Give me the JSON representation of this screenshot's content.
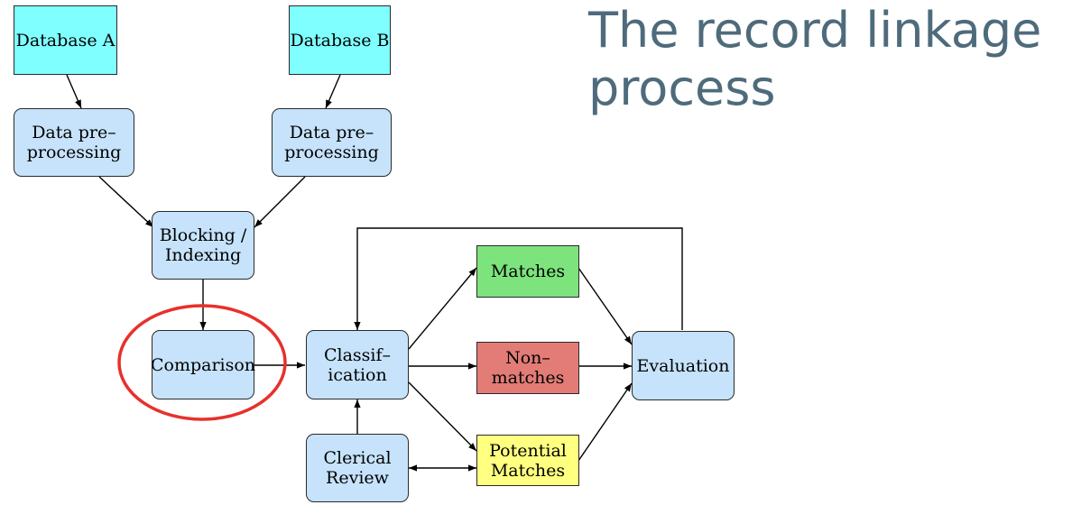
{
  "slide": {
    "title": "The record linkage process"
  },
  "nodes": {
    "database_a": "Database A",
    "database_b": "Database B",
    "preprocess_a": "Data pre–\nprocessing",
    "preprocess_b": "Data pre–\nprocessing",
    "blocking": "Blocking /\nIndexing",
    "comparison": "Comparison",
    "classification": "Classif–\nication",
    "clerical_review": "Clerical\nReview",
    "matches": "Matches",
    "non_matches": "Non–\nmatches",
    "potential_matches": "Potential\nMatches",
    "evaluation": "Evaluation"
  },
  "colors": {
    "database": "#7fffff",
    "process": "#c6e3fb",
    "matches": "#7de37d",
    "non_matches": "#e37c76",
    "potential_matches": "#ffff80",
    "highlight": "#e8302c",
    "title": "#4e6b7c"
  },
  "highlight": {
    "target": "comparison",
    "shape": "ellipse"
  }
}
